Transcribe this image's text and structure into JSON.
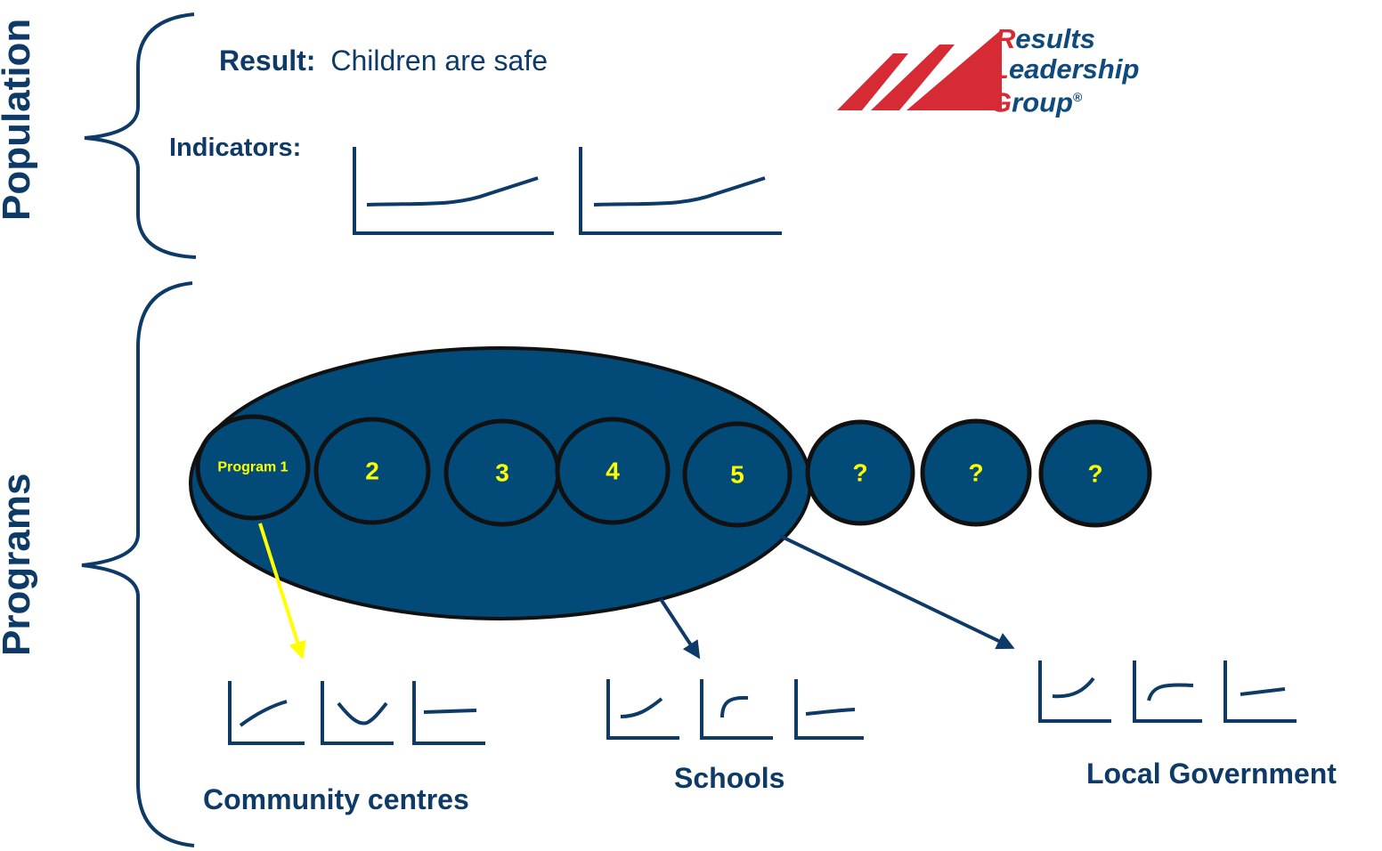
{
  "side_labels": {
    "population": "Population",
    "programs": "Programs"
  },
  "result": {
    "prefix": "Result:",
    "text": "Children are safe"
  },
  "indicators_label": "Indicators:",
  "logo": {
    "words": [
      {
        "cap": "R",
        "rest": "esults"
      },
      {
        "cap": "L",
        "rest": "eadership"
      },
      {
        "cap": "G",
        "rest": "roup"
      }
    ],
    "registered": "®"
  },
  "programs": [
    "Program 1",
    "2",
    "3",
    "4",
    "5",
    "?",
    "?",
    "?"
  ],
  "groups": {
    "community": "Community centres",
    "schools": "Schools",
    "local_gov": "Local Government"
  },
  "colors": {
    "navy": "#0d3a66",
    "fill": "#024a78",
    "yellow": "#ffff00",
    "logo_red": "#d62b35",
    "logo_blue": "#0e4a7d"
  }
}
